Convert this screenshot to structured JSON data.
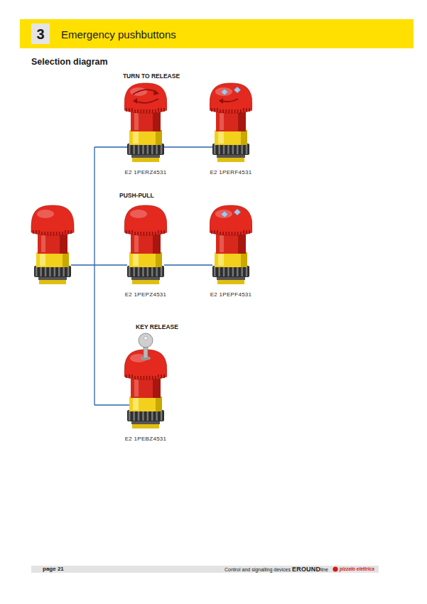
{
  "diagram": {
    "title": "Emergency pushbuttons",
    "nodes": [
      {
        "text": [
          "E2 1PERZ4531"
        ]
      },
      {
        "text": [
          "E2 1PERF4531"
        ]
      },
      {
        "text": [
          "E2 1PEPZ4531"
        ]
      },
      {
        "text": [
          "E2 1PEPF4531"
        ]
      },
      {
        "text": [
          "E2 1PEBZ4531"
        ]
      }
    ],
    "labels": [
      "3",
      "Selection diagram",
      "TURN TO RELEASE",
      "PUSH-PULL",
      "KEY RELEASE",
      "page 21",
      "Control and signalling devices",
      "EROUND",
      "line",
      "pizzato elettrica"
    ]
  }
}
